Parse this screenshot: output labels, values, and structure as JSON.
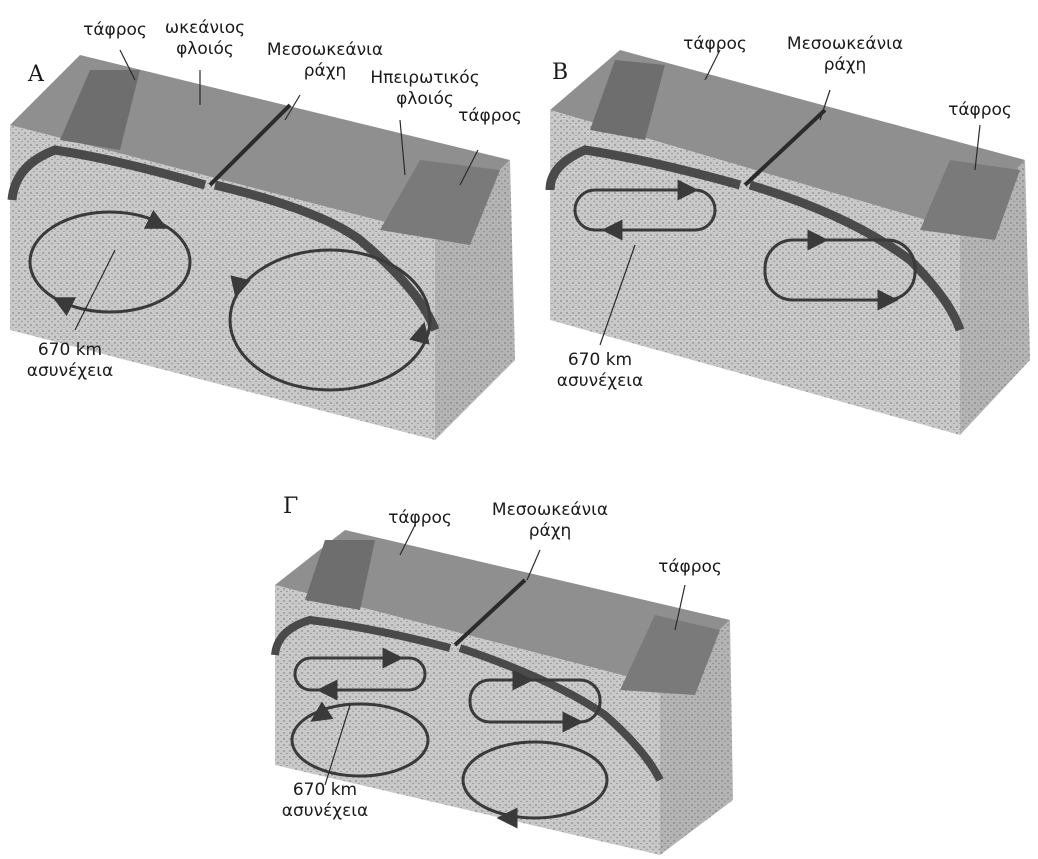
{
  "panels": [
    {
      "letter": "A",
      "labels": {
        "trench_left": "τάφρος",
        "oceanic_crust": "ωκεάνιος\nφλοιός",
        "ridge": "Μεσοωκεάνια\nράχη",
        "continental_crust": "Ηπειρωτικός\nφλοιός",
        "trench_right": "τάφρος",
        "discontinuity": "670 km\nασυνέχεια"
      }
    },
    {
      "letter": "B",
      "labels": {
        "trench_left": "τάφρος",
        "ridge": "Μεσοωκεάνια\nράχη",
        "trench_right": "τάφρος",
        "discontinuity": "670 km\nασυνέχεια"
      }
    },
    {
      "letter": "Γ",
      "labels": {
        "trench_left": "τάφρος",
        "ridge": "Μεσοωκεάνια\nράχη",
        "trench_right": "τάφρος",
        "discontinuity": "670 km\nασυνέχεια"
      }
    }
  ],
  "colors": {
    "block_front": "#c9c9c9",
    "block_top": "#8f8f8f",
    "block_side": "#b4b4b4",
    "slab": "#4a4a4a",
    "cell": "#3a3a3a"
  }
}
